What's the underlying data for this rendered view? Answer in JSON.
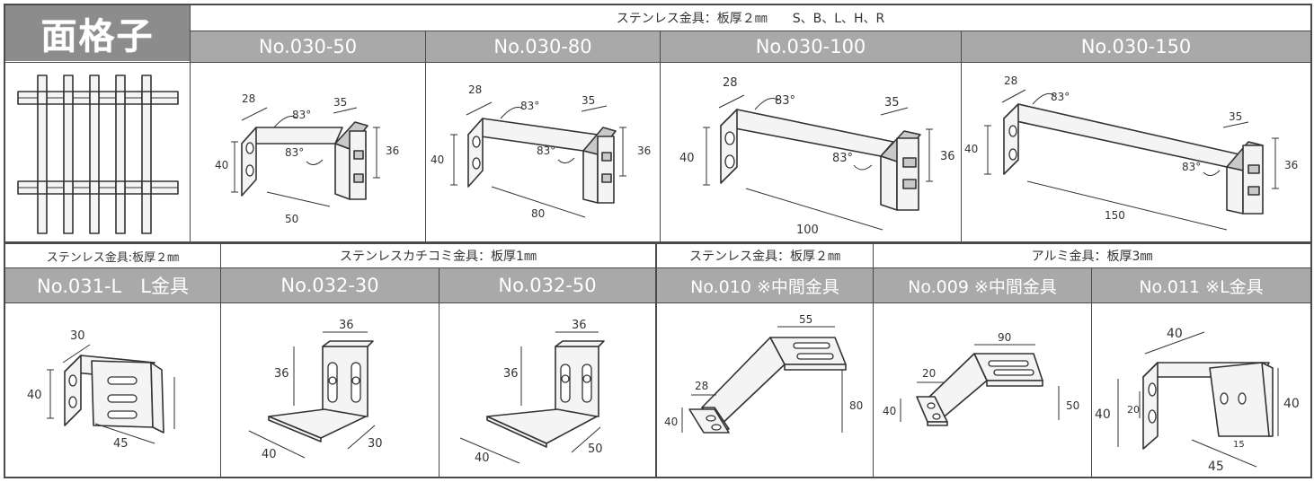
{
  "title": "面格子",
  "top_row": {
    "spec": "ステンレス金具：板厚２㎜　　S、B、L、H、R",
    "models": [
      "No.030-50",
      "No.030-80",
      "No.030-100",
      "No.030-150"
    ]
  },
  "bottom_row": {
    "specs": [
      "ステンレス金具:板厚２㎜",
      "ステンレスカチコミ金具：板厚1㎜",
      "ステンレス金具：板厚２㎜",
      "アルミ金具：板厚3㎜"
    ],
    "models": [
      "No.031-L　L金具",
      "No.032-30",
      "No.032-50",
      "No.010 ※中間金具",
      "No.009 ※中間金具",
      "No.011 ※L金具"
    ]
  },
  "dims": {
    "d030_50": {
      "a": "28",
      "ang": "83°",
      "b": "35",
      "h1": "40",
      "h2": "36",
      "w": "50"
    },
    "d030_80": {
      "a": "28",
      "ang": "83°",
      "b": "35",
      "h1": "40",
      "h2": "36",
      "w": "80"
    },
    "d030_100": {
      "a": "28",
      "ang": "83°",
      "b": "35",
      "h1": "40",
      "h2": "36",
      "w": "100"
    },
    "d030_150": {
      "a": "28",
      "ang": "83°",
      "b": "35",
      "h1": "40",
      "h2": "36",
      "w": "150"
    },
    "d031": {
      "t": "30",
      "h": "40",
      "w": "45"
    },
    "d032_30": {
      "t": "36",
      "h": "36",
      "l": "40",
      "r": "30"
    },
    "d032_50": {
      "t": "36",
      "h": "36",
      "l": "40",
      "r": "50"
    },
    "d010": {
      "t": "55",
      "a": "28",
      "h": "40",
      "v": "80"
    },
    "d009": {
      "t": "90",
      "a": "20",
      "h": "40",
      "v": "50"
    },
    "d011": {
      "t": "40",
      "h": "40",
      "s": "20",
      "r": "40",
      "s2": "15",
      "w": "45"
    }
  }
}
